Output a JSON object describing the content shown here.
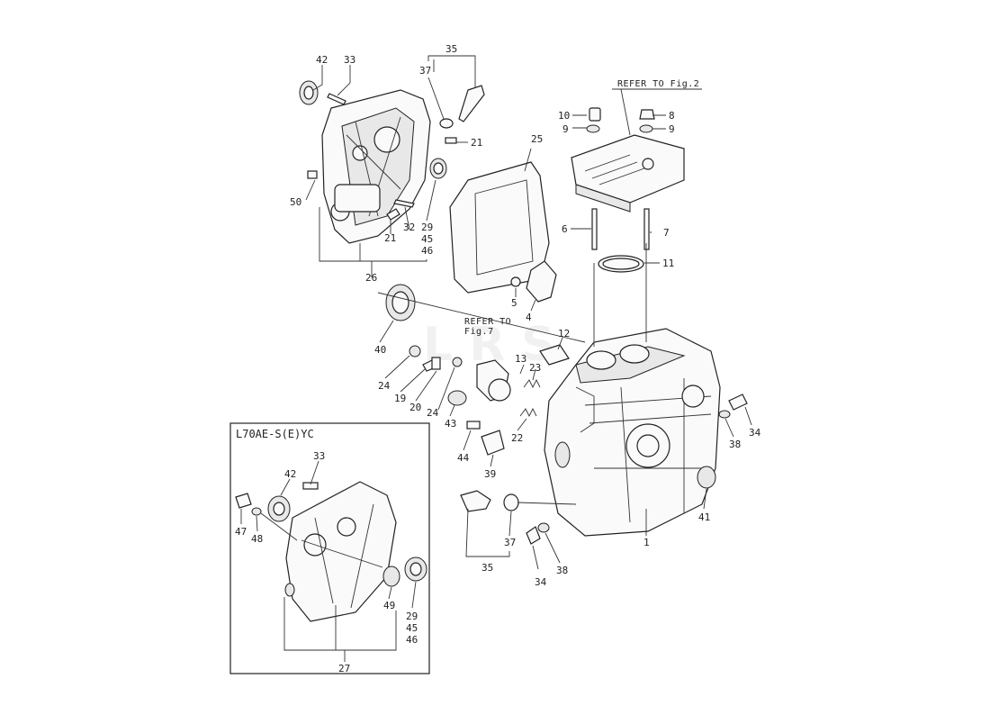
{
  "callouts": {
    "c42a": "42",
    "c33a": "33",
    "c35a": "35",
    "c37a": "37",
    "c21a": "21",
    "c25": "25",
    "c50": "50",
    "c21b": "21",
    "c32": "32",
    "c29a": "29",
    "c45a": "45",
    "c46a": "46",
    "c26": "26",
    "c10": "10",
    "c9a": "9",
    "c8": "8",
    "c9b": "9",
    "c6": "6",
    "c7": "7",
    "c11": "11",
    "c5": "5",
    "c4": "4",
    "c12": "12",
    "c40": "40",
    "c24a": "24",
    "c19": "19",
    "c20": "20",
    "c24b": "24",
    "c43": "43",
    "c13": "13",
    "c23": "23",
    "c22": "22",
    "c44": "44",
    "c39": "39",
    "c34a": "34",
    "c38a": "38",
    "c41": "41",
    "c1": "1",
    "c37b": "37",
    "c35b": "35",
    "c34b": "34",
    "c38b": "38",
    "c33b": "33",
    "c42b": "42",
    "c47": "47",
    "c48": "48",
    "c49": "49",
    "c29b": "29",
    "c45b": "45",
    "c46b": "46",
    "c27": "27"
  },
  "refs": {
    "fig2": "REFER TO Fig.2",
    "fig7_line1": "REFER TO",
    "fig7_line2": "Fig.7"
  },
  "inset": {
    "title": "L70AE-S(E)YC"
  },
  "colors": {
    "ink": "#222222",
    "paper": "#ffffff"
  }
}
